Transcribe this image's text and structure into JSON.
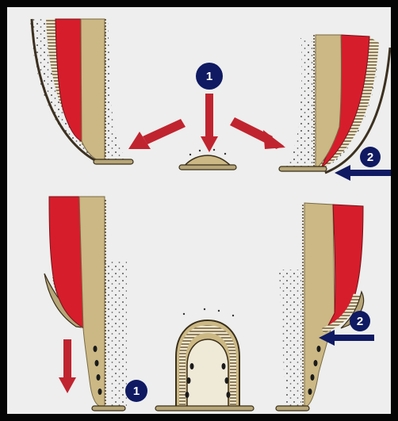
{
  "figure": {
    "colors": {
      "frame": "#050505",
      "background": "#edeeed",
      "enamel": "#d61d2c",
      "dentin": "#cbb884",
      "dentin_dark": "#a79160",
      "gingiva": "#b6a678",
      "bone_dots": "#2a2a2a",
      "red_arrow": "#c0242f",
      "blue_marker": "#0f1a63"
    },
    "markers": [
      {
        "label": "1"
      },
      {
        "label": "2"
      },
      {
        "label": "1"
      },
      {
        "label": "2"
      }
    ]
  }
}
